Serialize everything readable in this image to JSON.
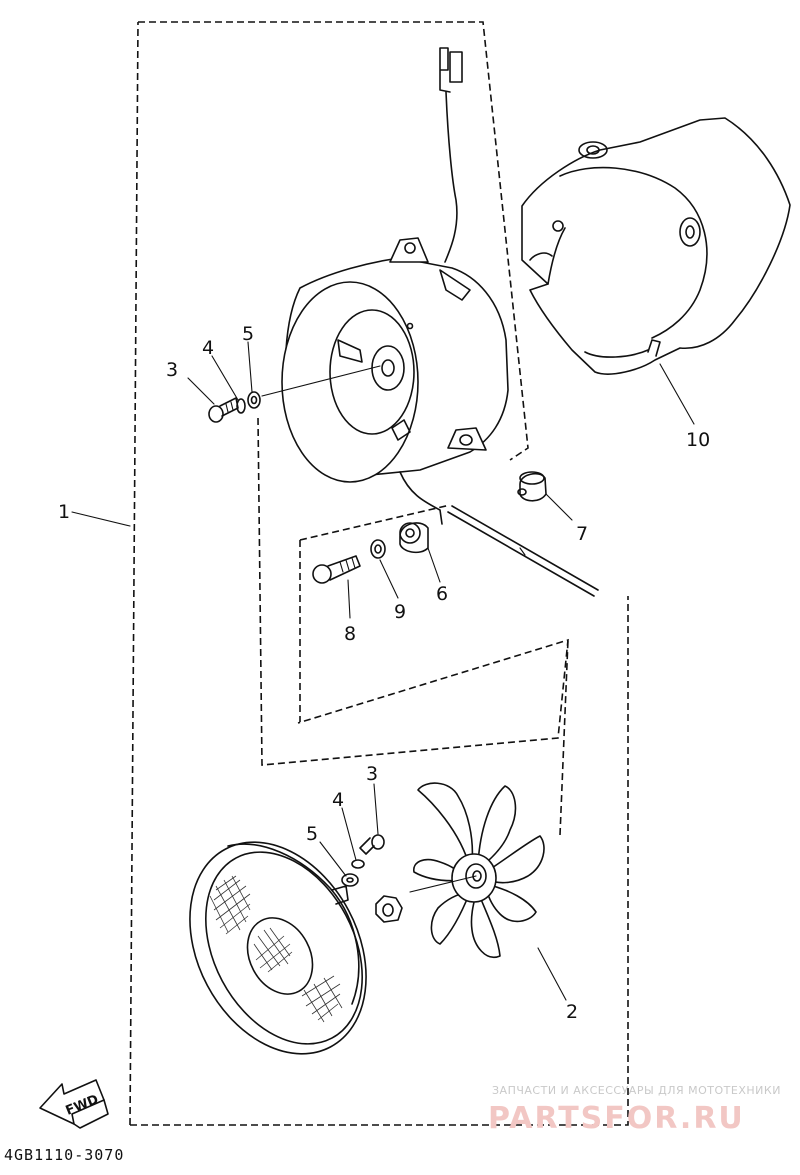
{
  "callouts": {
    "c1": "1",
    "c2": "2",
    "c3_top": "3",
    "c4_top": "4",
    "c5_top": "5",
    "c6": "6",
    "c7": "7",
    "c8": "8",
    "c9": "9",
    "c10": "10",
    "c3_bottom": "3",
    "c4_bottom": "4",
    "c5_bottom": "5"
  },
  "fwd_label": "FWD",
  "drawing_code": "4GB1110-3070",
  "watermark": {
    "tagline": "ЗАПЧАСТИ И АКСЕССУАРЫ ДЛЯ МОТОТЕХНИКИ",
    "brand": "PARTSFOR.RU"
  }
}
